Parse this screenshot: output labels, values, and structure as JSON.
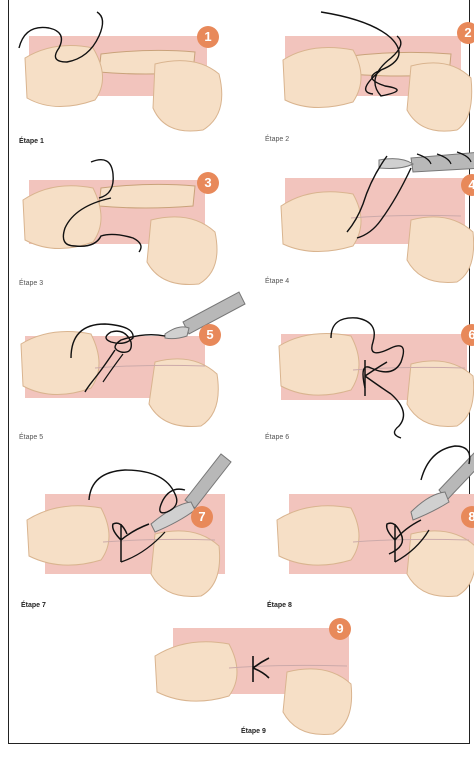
{
  "colors": {
    "gum": "#f2c4bd",
    "tooth": "#f6dfc6",
    "tooth_shade": "#ead0ae",
    "badge": "#e8895a",
    "suture": "#111111",
    "needle_holder": "#b8b8b8"
  },
  "steps": [
    {
      "number": "1",
      "caption": "Étape 1",
      "badge_icon": "step-badge-icon"
    },
    {
      "number": "2",
      "caption": "Étape 2",
      "badge_icon": "step-badge-icon"
    },
    {
      "number": "3",
      "caption": "Étape 3",
      "badge_icon": "step-badge-icon"
    },
    {
      "number": "4",
      "caption": "Étape 4",
      "badge_icon": "step-badge-icon"
    },
    {
      "number": "5",
      "caption": "Étape 5",
      "badge_icon": "step-badge-icon"
    },
    {
      "number": "6",
      "caption": "Étape 6",
      "badge_icon": "step-badge-icon"
    },
    {
      "number": "7",
      "caption": "Étape 7",
      "badge_icon": "step-badge-icon"
    },
    {
      "number": "8",
      "caption": "Étape 8",
      "badge_icon": "step-badge-icon"
    },
    {
      "number": "9",
      "caption": "Étape 9",
      "badge_icon": "step-badge-icon"
    }
  ]
}
